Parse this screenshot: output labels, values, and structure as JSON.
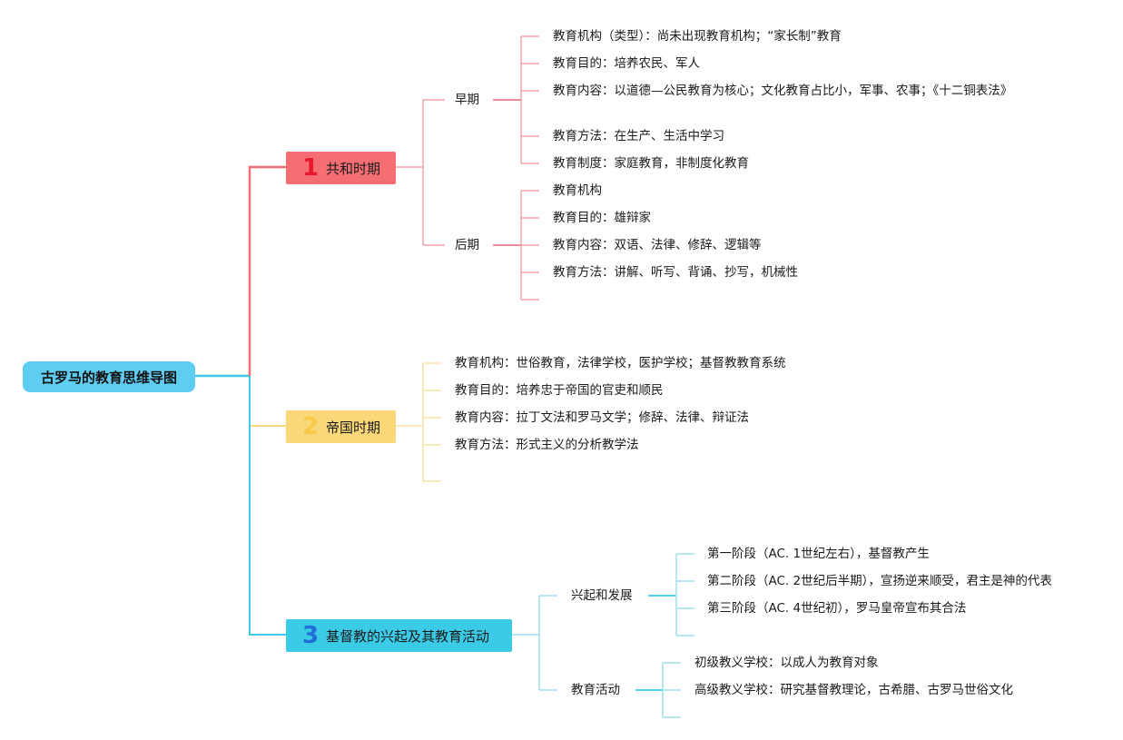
{
  "root": {
    "label": "古罗马的教育思维导图"
  },
  "colors": {
    "red": "#f46e74",
    "yellow": "#fad779",
    "cyan": "#3ccbe6",
    "root": "#5fcdf2"
  },
  "topic1": {
    "num": "1",
    "label": "共和时期",
    "early": {
      "label": "早期",
      "items": [
        "教育机构（类型）：尚未出现教育机构；“家长制”教育",
        "教育目的：培养农民、军人",
        "教育内容：以道德—公民教育为核心；文化教育占比小，军事、农事；《十二铜表法》",
        "教育方法：在生产、生活中学习",
        "教育制度：家庭教育，非制度化教育"
      ]
    },
    "late": {
      "label": "后期",
      "items": [
        "教育机构",
        "教育目的：雄辩家",
        "教育内容：双语、法律、修辞、逻辑等",
        "教育方法：讲解、听写、背诵、抄写，机械性"
      ]
    }
  },
  "topic2": {
    "num": "2",
    "label": "帝国时期",
    "items": [
      "教育机构：世俗教育，法律学校，医护学校；基督教教育系统",
      "教育目的：培养忠于帝国的官吏和顺民",
      "教育内容：拉丁文法和罗马文学；修辞、法律、辩证法",
      "教育方法：形式主义的分析教学法"
    ]
  },
  "topic3": {
    "num": "3",
    "label": "基督教的兴起及其教育活动",
    "rise": {
      "label": "兴起和发展",
      "items": [
        "第一阶段（AC. 1世纪左右），基督教产生",
        "第二阶段（AC. 2世纪后半期），宣扬逆来顺受，君主是神的代表",
        "第三阶段（AC. 4世纪初），罗马皇帝宣布其合法"
      ]
    },
    "activity": {
      "label": "教育活动",
      "items": [
        "初级教义学校：以成人为教育对象",
        "高级教义学校：研究基督教理论，古希腊、古罗马世俗文化"
      ]
    }
  }
}
